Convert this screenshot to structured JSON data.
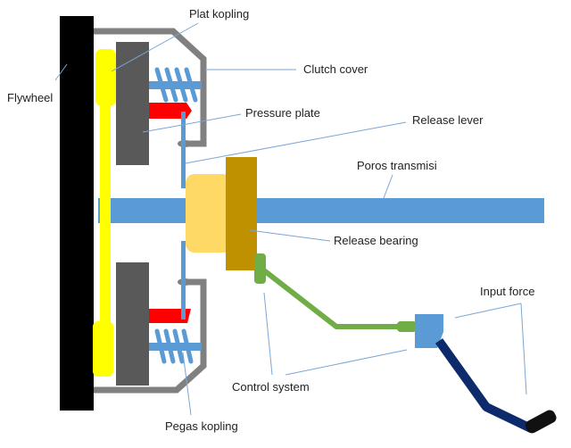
{
  "labels": {
    "flywheel": "Flywheel",
    "plat_kopling": "Plat kopling",
    "clutch_cover": "Clutch cover",
    "pressure_plate": "Pressure plate",
    "release_lever": "Release lever",
    "poros_transmisi": "Poros transmisi",
    "release_bearing": "Release bearing",
    "input_force": "Input force",
    "control_system": "Control system",
    "pegas_kopling": "Pegas kopling"
  },
  "colors": {
    "flywheel": "#000000",
    "clutch_disc": "#ffff00",
    "pressure_plate": "#595959",
    "cover": "#808080",
    "spring": "#5b9bd5",
    "pressure_arrow": "#ff0000",
    "shaft": "#5b9bd5",
    "bearing_light": "#ffd966",
    "bearing_dark": "#bf9000",
    "control_linkage": "#70ad47",
    "pedal_pivot": "#5b9bd5",
    "pedal_arm": "#0d2a6b",
    "pedal_pad": "#111111"
  }
}
